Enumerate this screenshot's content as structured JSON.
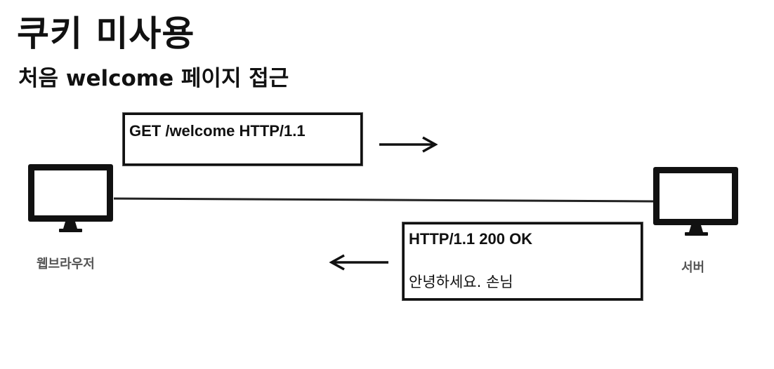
{
  "slide": {
    "title": "쿠키 미사용",
    "subtitle": "처음 welcome 페이지 접근"
  },
  "request": {
    "line": "GET /welcome HTTP/1.1"
  },
  "response": {
    "status_line": "HTTP/1.1 200 OK",
    "body": "안녕하세요. 손님"
  },
  "nodes": {
    "client_label": "웹브라우저",
    "server_label": "서버",
    "client_icon": "monitor-icon",
    "server_icon": "monitor-icon"
  }
}
